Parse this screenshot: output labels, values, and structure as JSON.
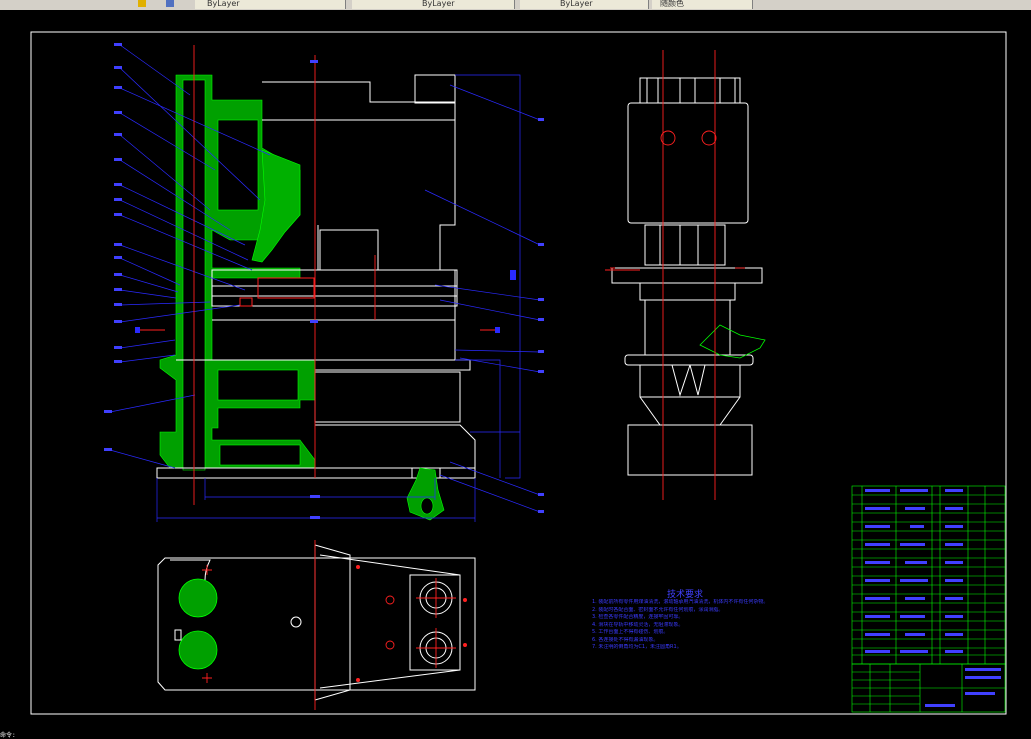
{
  "toolbar": {
    "items": [
      {
        "label": "ByLayer"
      },
      {
        "label": "ByLayer"
      },
      {
        "label": "ByLayer"
      },
      {
        "label": "随颜色"
      }
    ]
  },
  "drawing": {
    "tech_title": "技术要求",
    "tech_notes": [
      "1. 装配前所有零件用煤油清洗，滚动轴承用汽油清洗，机体内不许有任何杂物。",
      "2. 装配时各配合面、密封面不允许有任何划痕，涂润滑脂。",
      "3. 检查各零件配合精度，连接牢固可靠。",
      "4. 滑块在导轨中移动灵活，无阻滞现象。",
      "5. 工作台面上不得有碰伤、划痕。",
      "6. 各连接处不得有漏油现象。",
      "7. 未注明的倒角均为C1，未注圆角R1。"
    ]
  },
  "colors": {
    "frame": "#ffffff",
    "centerline": "#ff2020",
    "hatch": "#00c000",
    "leader": "#2a2aff",
    "table": "#00ff00"
  },
  "status": {
    "text": "命令:"
  }
}
